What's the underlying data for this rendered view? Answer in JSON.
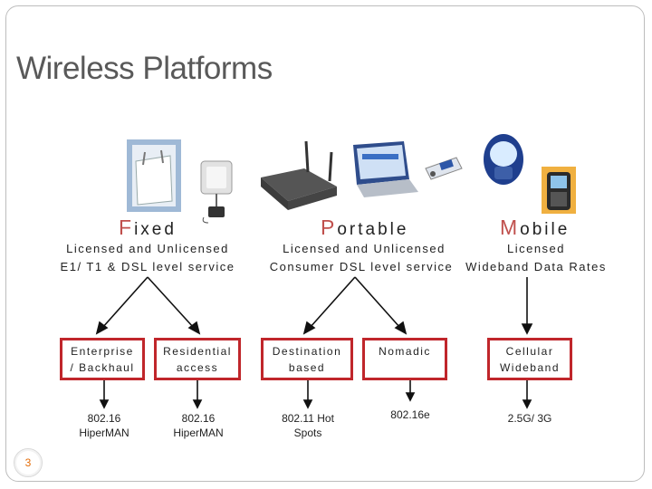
{
  "slide": {
    "title": "Wireless Platforms",
    "page_number": "3"
  },
  "categories": [
    {
      "title_first": "F",
      "title_rest": "ixed",
      "line1": "Licensed and Unlicensed",
      "line2": "E1/ T1 & DSL level service",
      "device_icons": [
        "wall-mounted-access-point",
        "outdoor-antenna-unit"
      ]
    },
    {
      "title_first": "P",
      "title_rest": "ortable",
      "line1": "Licensed and Unlicensed",
      "line2": "Consumer DSL level service",
      "device_icons": [
        "wireless-router",
        "laptop",
        "pc-card-adapter"
      ]
    },
    {
      "title_first": "M",
      "title_rest": "obile",
      "line1": "Licensed",
      "line2": "Wideband Data Rates",
      "device_icons": [
        "mobile-phone",
        "handheld-device"
      ]
    }
  ],
  "boxes": [
    {
      "line1": "Enterprise",
      "line2": "/ Backhaul",
      "std1": "802.16",
      "std2": "HiperMAN"
    },
    {
      "line1": "Residential",
      "line2": "access",
      "std1": "802.16",
      "std2": "HiperMAN"
    },
    {
      "line1": "Destination",
      "line2": "based",
      "std1": "802.11 Hot",
      "std2": "Spots"
    },
    {
      "line1": "Nomadic",
      "line2": "",
      "std1": "802.16e",
      "std2": ""
    },
    {
      "line1": "Cellular",
      "line2": "Wideband",
      "std1": "2.5G/ 3G",
      "std2": ""
    }
  ],
  "colors": {
    "box_border": "#c0262b",
    "title_initial": "#c0504d",
    "page_number": "#e36c09"
  }
}
